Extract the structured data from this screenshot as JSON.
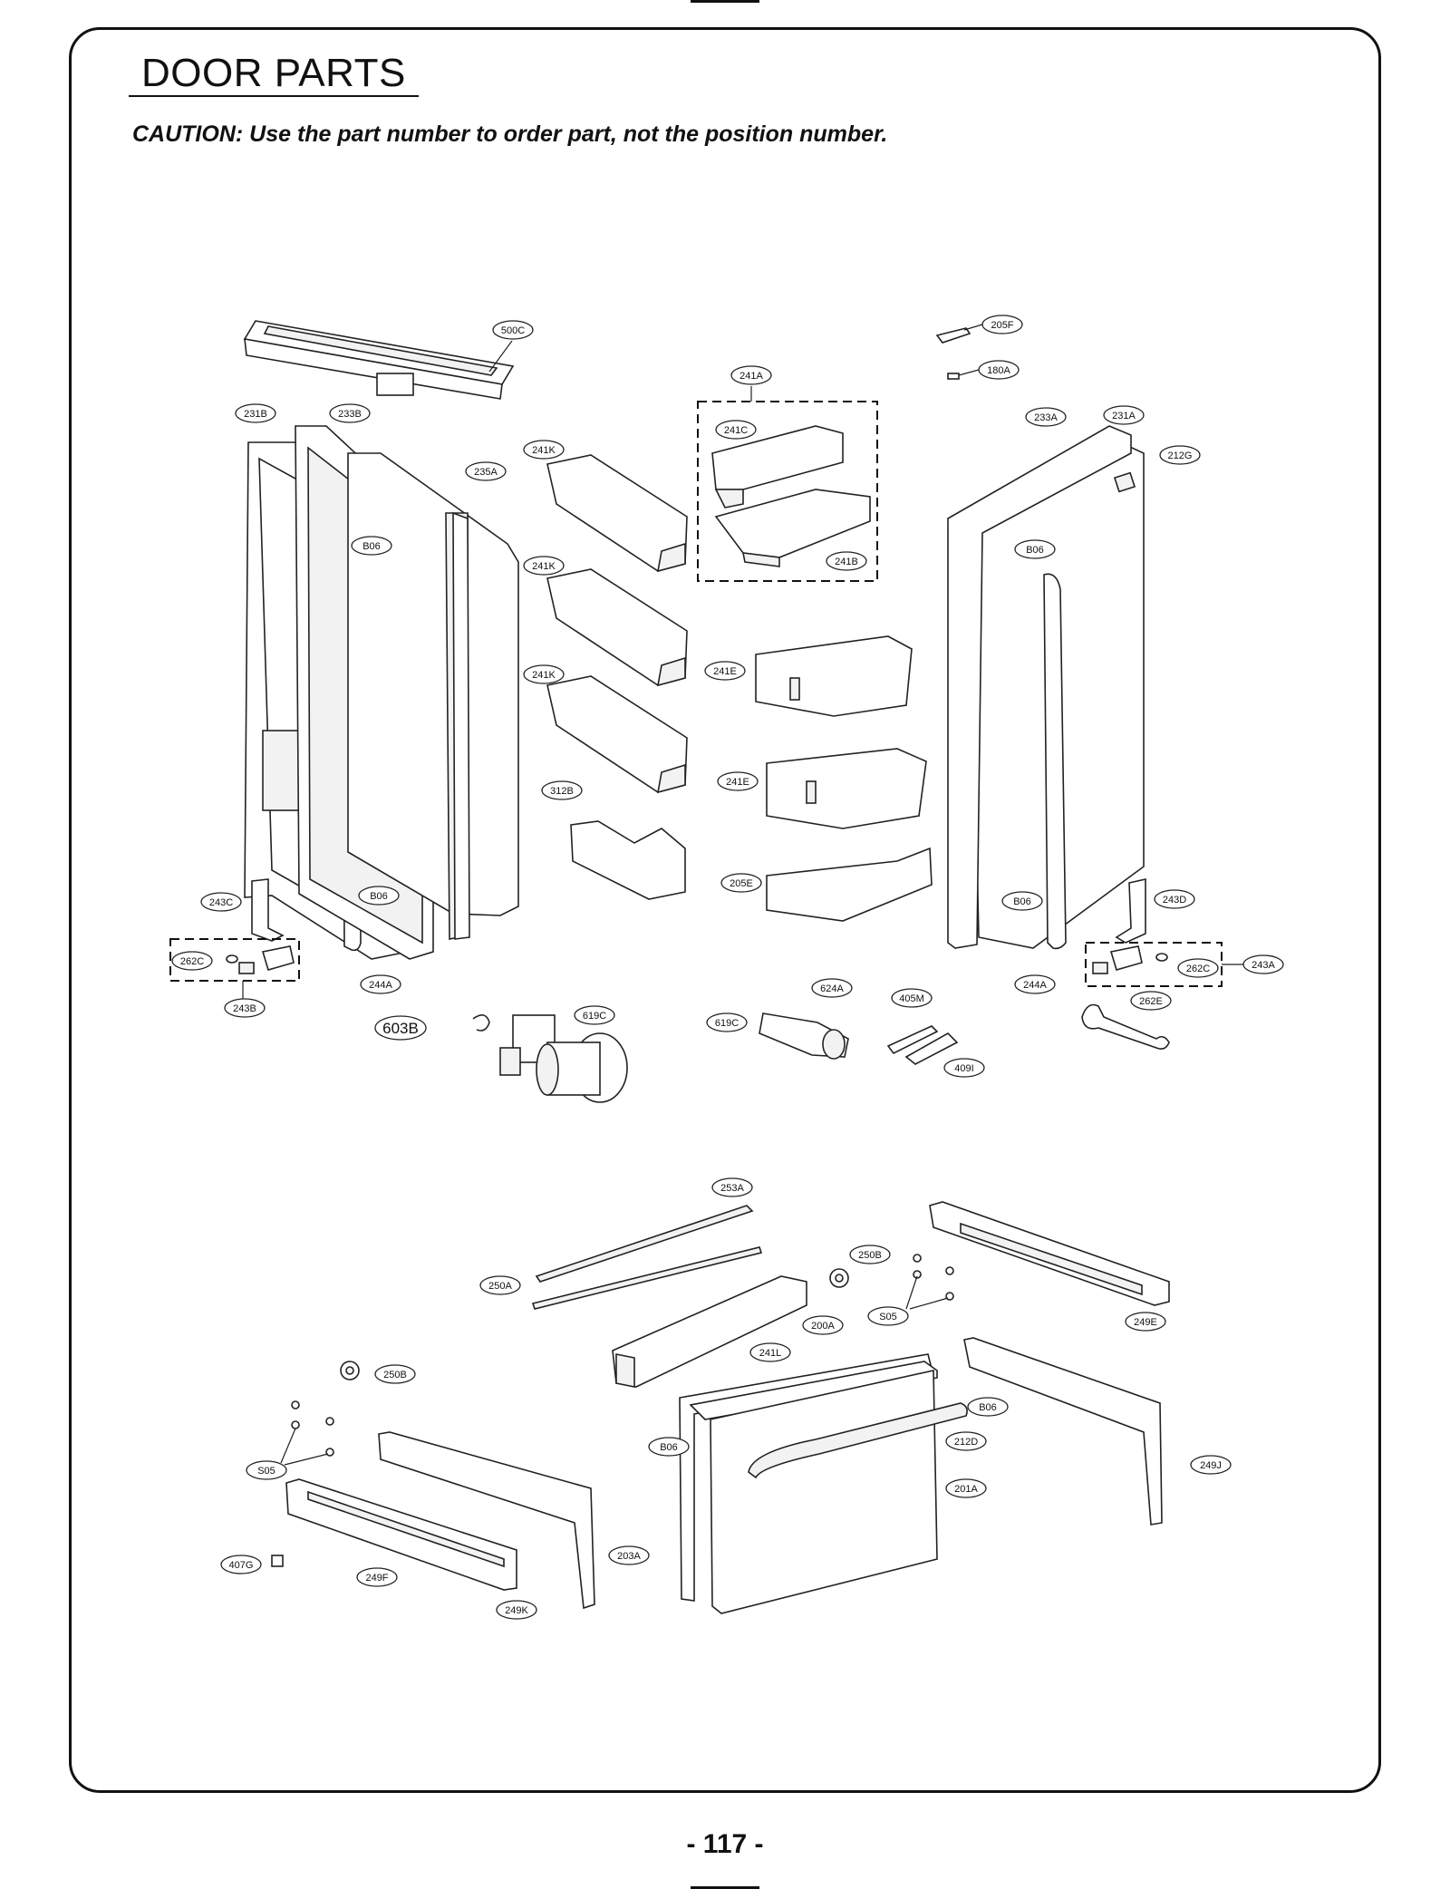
{
  "header": {
    "title": "DOOR PARTS",
    "caution": "CAUTION: Use the part number to order part, not the position number."
  },
  "footer": {
    "page_number": "- 117 -"
  },
  "labels": {
    "p500C": "500C",
    "p205F": "205F",
    "p180A": "180A",
    "p241A": "241A",
    "p241C": "241C",
    "p241B": "241B",
    "p231B": "231B",
    "p233B": "233B",
    "p235A": "235A",
    "p241K_1": "241K",
    "p241K_2": "241K",
    "p241K_3": "241K",
    "p233A": "233A",
    "p231A": "231A",
    "p212G": "212G",
    "pB06_1": "B06",
    "pB06_2": "B06",
    "pB06_3": "B06",
    "pB06_4": "B06",
    "p241E_1": "241E",
    "p241E_2": "241E",
    "p312B": "312B",
    "p205E": "205E",
    "p243C": "243C",
    "p243D": "243D",
    "p262C_1": "262C",
    "p262C_2": "262C",
    "p243A": "243A",
    "p243B": "243B",
    "p244A_1": "244A",
    "p244A_2": "244A",
    "p603B": "603B",
    "p619C_1": "619C",
    "p619C_2": "619C",
    "p624A": "624A",
    "p405M": "405M",
    "p409I": "409I",
    "p262E": "262E",
    "p253A": "253A",
    "p250A": "250A",
    "p250B_1": "250B",
    "p250B_2": "250B",
    "pS05_1": "S05",
    "pS05_2": "S05",
    "p249E": "249E",
    "p241L": "241L",
    "p200A": "200A",
    "pB06_5": "B06",
    "pB06_6": "B06",
    "p212D": "212D",
    "p201A": "201A",
    "p203A": "203A",
    "p249J": "249J",
    "p249F": "249F",
    "p249K": "249K",
    "p407G": "407G"
  }
}
